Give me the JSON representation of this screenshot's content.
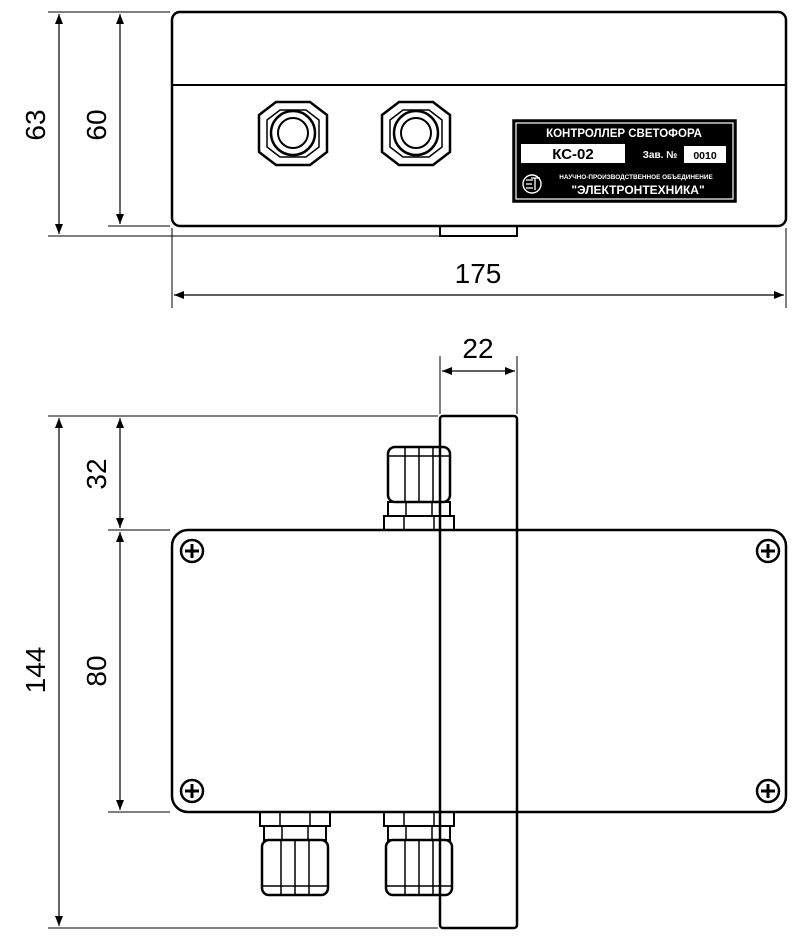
{
  "dimensions": {
    "height_total_top": "63",
    "height_body_top": "60",
    "width_total": "175",
    "bracket_width": "22",
    "gland_protrusion": "32",
    "height_total_bottom": "144",
    "body_depth": "80"
  },
  "nameplate": {
    "title": "КОНТРОЛЛЕР СВЕТОФОРА",
    "model": "КС-02",
    "serial_label": "Зав. №",
    "serial_value": "0010",
    "maker_line": "НАУЧНО-ПРОИЗВОДСТВЕННОЕ ОБЪЕДИНЕНИЕ",
    "maker_name": "\"ЭЛЕКТРОНТЕХНИКА\""
  },
  "colors": {
    "line": "#000000",
    "plate": "#000000",
    "background": "#ffffff"
  }
}
